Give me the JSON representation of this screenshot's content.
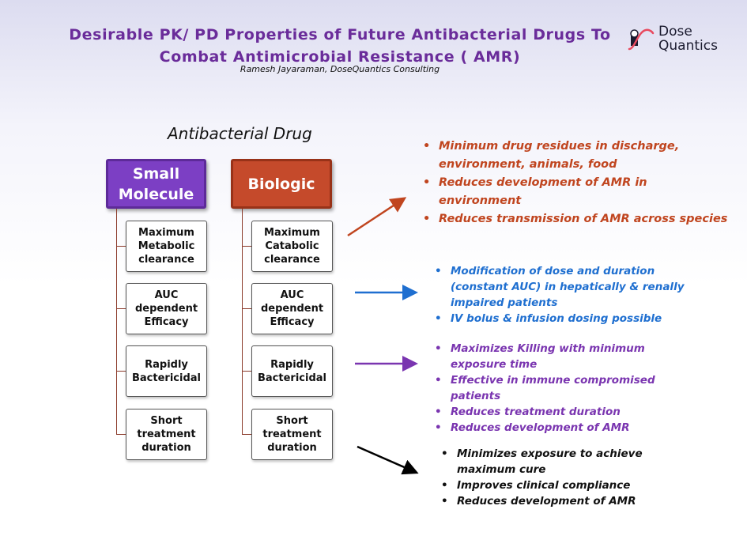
{
  "title": {
    "line1": "Desirable PK/ PD Properties of Future Antibacterial Drugs To",
    "line2": "Combat Antimicrobial Resistance ( AMR)",
    "author": "Ramesh Jayaraman, DoseQuantics Consulting"
  },
  "logo": {
    "word1": "Dose",
    "word2": "Quantics",
    "accent_color": "#e84a5f",
    "dark_color": "#1a1a2e"
  },
  "diagram": {
    "heading": "Antibacterial Drug",
    "columns": [
      {
        "header": "Small Molecule",
        "color": "#7c3fc4",
        "items": [
          "Maximum Metabolic clearance",
          "AUC dependent Efficacy",
          "Rapidly Bactericidal",
          "Short treatment duration"
        ]
      },
      {
        "header": "Biologic",
        "color": "#c54a2b",
        "items": [
          "Maximum Catabolic clearance",
          "AUC dependent Efficacy",
          "Rapidly Bactericidal",
          "Short treatment duration"
        ]
      }
    ]
  },
  "outcomes": [
    {
      "color": "#c0451f",
      "arrow_color": "#c0451f",
      "bullets": [
        "Minimum drug residues in discharge, environment,  animals, food",
        "Reduces development of AMR in environment",
        "Reduces transmission of AMR across species"
      ]
    },
    {
      "color": "#1f6fd0",
      "arrow_color": "#1f6fd0",
      "bullets": [
        "Modification of dose and duration (constant AUC) in hepatically & renally impaired patients",
        "IV bolus & infusion dosing possible"
      ]
    },
    {
      "color": "#7a35b0",
      "arrow_color": "#7a35b0",
      "bullets": [
        "Maximizes Killing with minimum exposure time",
        "Effective in immune compromised patients",
        "Reduces treatment duration",
        "Reduces development of AMR"
      ]
    },
    {
      "color": "#111111",
      "arrow_color": "#000000",
      "bullets": [
        "Minimizes exposure to achieve maximum cure",
        "Improves clinical compliance",
        "Reduces development of AMR"
      ]
    }
  ]
}
